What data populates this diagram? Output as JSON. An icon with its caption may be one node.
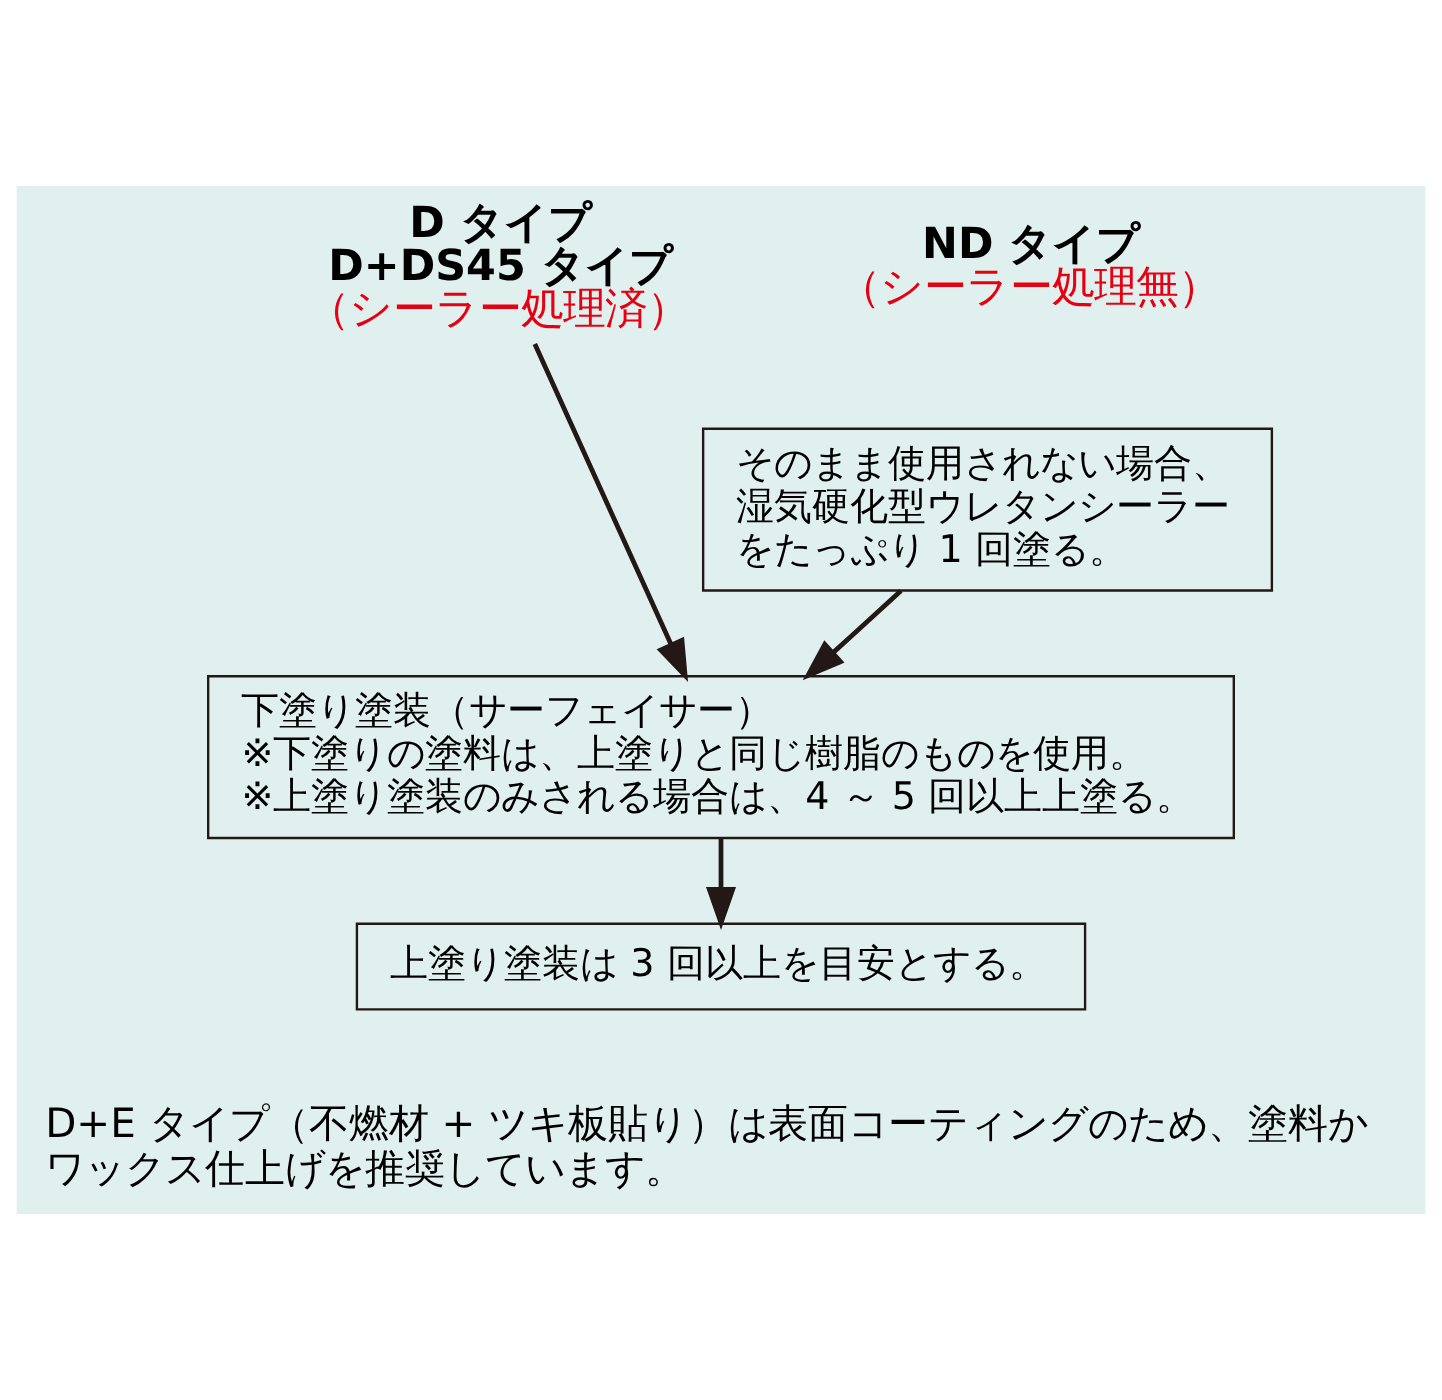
{
  "diagram": {
    "nodes": [
      {
        "text": [
          "D タイプ",
          "D+DS45 タイプ",
          "（シーラー処理済）"
        ]
      },
      {
        "text": [
          "ND タイプ",
          "（シーラー処理無）"
        ]
      },
      {
        "text": [
          "そのまま使用されない場合、湿気硬化型ウレタンシーラーをたっぷり 1 回塗る。"
        ]
      },
      {
        "text": [
          "下塗り塗装（サーフェイサー）",
          "※下塗りの塗料は、上塗りと同じ樹脂のものを使用。",
          "※上塗り塗装のみされる場合は、4 ～ 5 回以上上塗る。"
        ]
      },
      {
        "text": [
          "上塗り塗装は 3 回以上を目安とする。"
        ]
      }
    ],
    "edges": [
      {
        "from": 0,
        "to": 3,
        "arrow": "to"
      },
      {
        "from": 2,
        "to": 3,
        "arrow": "to"
      },
      {
        "from": 3,
        "to": 4,
        "arrow": "to"
      }
    ],
    "labels": [
      "D+E タイプ（不燃材 + ツキ板貼り）は表面コーティングのため、塗料かワックス仕上げを推奨しています。"
    ]
  }
}
